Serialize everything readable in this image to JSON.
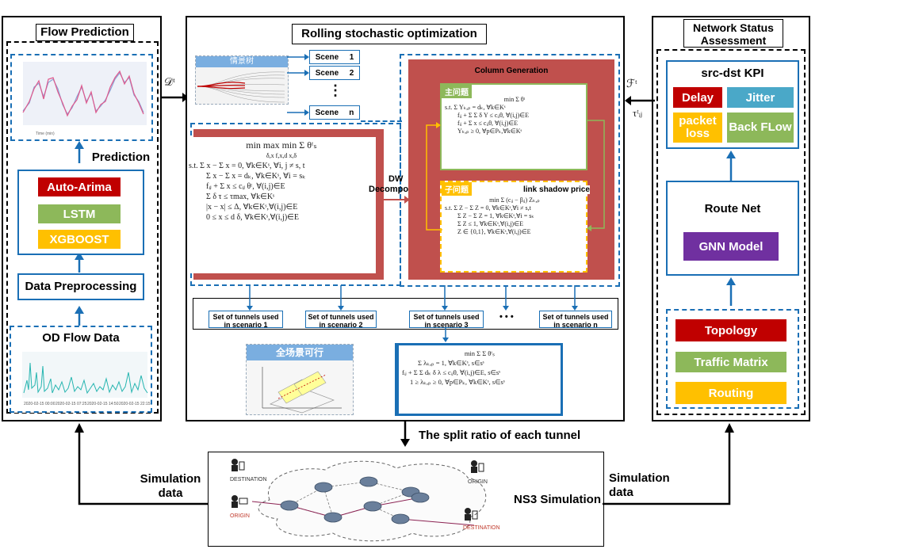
{
  "flow_prediction": {
    "title": "Flow Prediction",
    "prediction_label": "Prediction",
    "models": [
      "Auto-Arima",
      "LSTM",
      "XGBOOST"
    ],
    "preprocessing": "Data Preprocessing",
    "od_flow": "OD Flow Data",
    "chart_ticks": [
      "2020-02-15 00:00",
      "2020-02-15 07:25",
      "2020-02-15 14:50",
      "2020-02-15 22:15"
    ],
    "d_symbol": "𝒟ᵗ"
  },
  "rolling": {
    "title": "Rolling stochastic optimization",
    "scenario_tree": "情景树",
    "scenes": [
      {
        "name": "Scene",
        "idx": "1"
      },
      {
        "name": "Scene",
        "idx": "2"
      },
      {
        "name": "Scene",
        "idx": "n"
      }
    ],
    "dots_vertical": "⋮",
    "dw": "DW",
    "decompose": "Decompose",
    "column_generation": "Column Generation",
    "master": "主问题",
    "sub": "子问题",
    "link_shadow": "link shadow price",
    "tunnels": [
      "Set of tunnels used in scenario 1",
      "Set of tunnels used in scenario 2",
      "Set of tunnels used in scenario 3",
      "Set of tunnels used in scenario n"
    ],
    "dots": "• • •",
    "all_feasible": "全场景可行",
    "split_ratio": "The split ratio of each tunnel",
    "math_main": [
      "min   max   min Σ θᵗₛ",
      "δ,x   f,x,d   x,δ",
      "s.t.  Σ x − Σ x = 0,   ∀k∈Kˢ, ∀i, j ≠ s, t",
      "Σ x − Σ x = dₖ,   ∀k∈Kˢ, ∀i = sₖ",
      "fᵢⱼ + Σ x ≤ cᵢⱼ θᵗ,   ∀(i,j)∈E",
      "Σ δ τ ≤ τmax,   ∀k∈Kˢ",
      "|x − x| ≤ Δ,   ∀k∈Kˢ,∀(i,j)∈E",
      "0 ≤ x ≤ d δ,   ∀k∈Kˢ,∀(i,j)∈E"
    ],
    "math_master": [
      "min Σ θᵗ",
      "s.t.  Σ Yₖ,ₚ = dₖ,   ∀k∈Kˢ",
      "fᵢⱼ + Σ Σ δ Y ≤ cᵢⱼθ,   ∀(i,j)∈E",
      "fᵢⱼ + Σ x ≤ cᵢⱼθ,   ∀(i,j)∈E",
      "Yₖ,ₚ ≥ 0,  ∀p∈Pₖ,∀k∈Kˢ"
    ],
    "math_sub": [
      "min Σ (cᵢⱼ − βᵢⱼ) Zₖ,ₚ",
      "s.t.  Σ Z − Σ Z = 0,   ∀k∈Kˢ,∀i ≠ s,t",
      "Σ Z − Σ Z = 1,   ∀k∈Kˢ,∀i = sₖ",
      "Σ Z ≤ 1,   ∀k∈Kˢ,∀(i,j)∈E",
      "Z ∈ {0,1},   ∀k∈Kˢ,∀(i,j)∈E"
    ],
    "math_final": [
      "min Σ Σ θᵗₛ",
      "Σ λₖ,ₚ = 1,   ∀k∈Kˢ, s∈sˢ",
      "fᵢⱼ + Σ Σ dₖ δ λ ≤ cᵢⱼθ,  ∀(i,j)∈E, s∈sˢ",
      "1 ≥ λₖ,ₚ ≥ 0,   ∀p∈Pₖ, ∀k∈Kˢ, s∈sˢ"
    ]
  },
  "network_status": {
    "title_line1": "Network Status",
    "title_line2": "Assessment",
    "kpi_title": "src-dst KPI",
    "kpis": [
      "Delay",
      "Jitter",
      "packet loss",
      "Back FLow"
    ],
    "route_net": "Route Net",
    "gnn": "GNN Model",
    "inputs": [
      "Topology",
      "Traffic Matrix",
      "Routing"
    ],
    "f_symbol": "ℱᵗ",
    "tau_symbol": "τᵗᵢⱼ"
  },
  "simulation": {
    "title": "NS3 Simulation",
    "left_label_1": "Simulation",
    "left_label_2": "data",
    "right_label_1": "Simulation",
    "right_label_2": "data",
    "node_labels": [
      "DESTINATION",
      "ORIGIN",
      "ORIGIN",
      "DESTINATION"
    ]
  },
  "colors": {
    "red": "#c00000",
    "green": "#8db85a",
    "yellow": "#ffc000",
    "teal": "#4aa8c8",
    "purple": "#7030a0",
    "blue": "#1a6fb5",
    "brick": "#c0504d"
  }
}
